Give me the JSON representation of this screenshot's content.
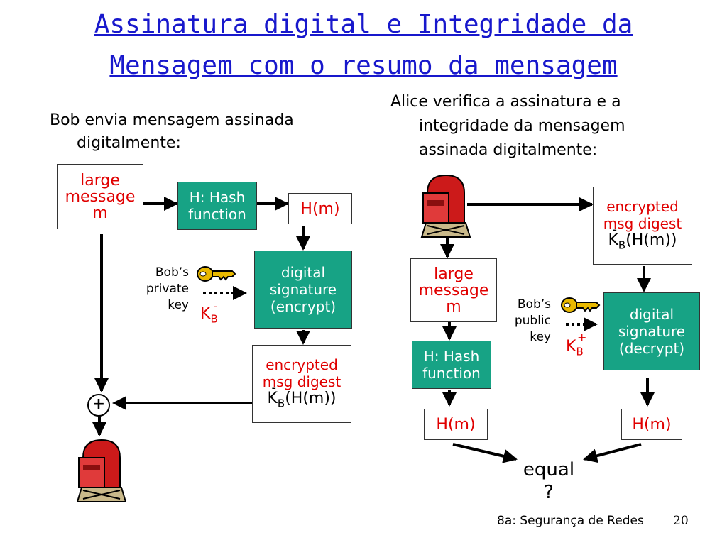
{
  "title": {
    "line1": "Assinatura digital e Integridade da",
    "line2": "Mensagem com o resumo da mensagem"
  },
  "left": {
    "intro_line1": "Bob envia mensagem assinada",
    "intro_line2": "digitalmente:",
    "large_message": [
      "large",
      "message",
      "m"
    ],
    "hash_function": [
      "H: Hash",
      "function"
    ],
    "hm": "H(m)",
    "key_label": [
      "Bob’s",
      "private",
      "key"
    ],
    "key_symbol": "K",
    "key_sub": "B",
    "key_sup": "-",
    "digital_signature": [
      "digital",
      "signature",
      "(encrypt)"
    ],
    "encrypted_digest": [
      "encrypted",
      "msg digest"
    ],
    "encrypted_formula": "(H(m))",
    "plus": "+"
  },
  "right": {
    "intro_line1": "Alice verifica a assinatura e a",
    "intro_line2": "integridade da mensagem",
    "intro_line3": "assinada digitalmente:",
    "encrypted_digest": [
      "encrypted",
      "msg digest"
    ],
    "encrypted_formula": "(H(m))",
    "large_message": [
      "large",
      "message",
      "m"
    ],
    "key_label": [
      "Bob’s",
      "public",
      "key"
    ],
    "key_symbol": "K",
    "key_sub": "B",
    "key_sup": "+",
    "digital_signature": [
      "digital",
      "signature",
      "(decrypt)"
    ],
    "hash_function": [
      "H: Hash",
      "function"
    ],
    "hm_left": "H(m)",
    "hm_right": "H(m)",
    "equal": "equal",
    "question": "?"
  },
  "footer": {
    "text": "8a: Segurança de Redes",
    "page": "20"
  },
  "colors": {
    "title": "#1818cc",
    "accent_red": "#e00000",
    "box_green": "#17a385",
    "mailbox_red": "#cc1a1a",
    "key_gold": "#e8b800"
  }
}
